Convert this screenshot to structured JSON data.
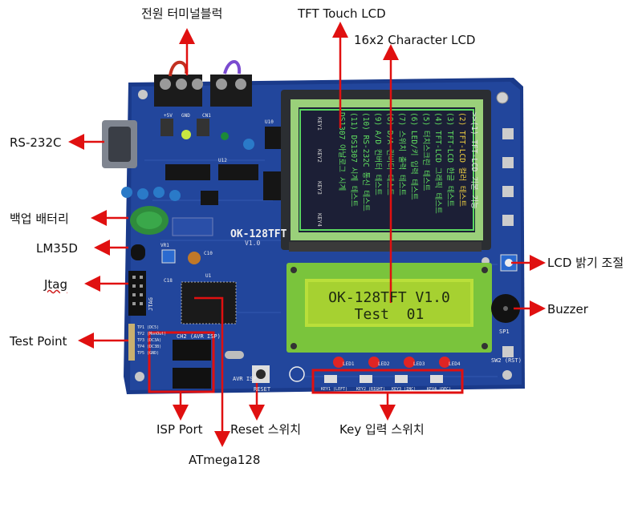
{
  "board": {
    "name": "OK-128TFT",
    "version": "V1.0"
  },
  "labels": {
    "power_terminal": "전원 터미널블럭",
    "tft_lcd": "TFT Touch LCD",
    "char_lcd": "16x2 Character LCD",
    "rs232c": "RS-232C",
    "backup_battery": "백업 배터리",
    "lm35d": "LM35D",
    "jtag": "Jtag",
    "test_point": "Test Point",
    "lcd_brightness": "LCD 밝기 조절",
    "buzzer": "Buzzer",
    "isp_port": "ISP Port",
    "reset_switch": "Reset 스위치",
    "key_switch": "Key 입력 스위치",
    "atmega128": "ATmega128"
  },
  "char_lcd_screen": {
    "line1": "OK-128TFT V1.0",
    "line2": "Test  01"
  },
  "tft_menu": [
    ">>(1) TFT-LCD 기본 기능",
    "(2) TFT-LCD 컬러 테스트",
    "(3) TFT-LCD 한글 테스트",
    "(4) TFT-LCD 그래픽 테스트",
    "(5) 터치스크린 테스트",
    "(6) LED/키 입력 테스트",
    "(7) 스위치 출력 테스트",
    "(8) D/A 컨버터 테스트",
    "(9) A/D 컨버터 테스트",
    "(10) RS-232C 통신 테스트",
    "(11) DS1307 시계 테스트",
    "DS1307 아날로그 시계"
  ],
  "tft_footer": [
    "KEY1",
    "KEY2",
    "KEY3",
    "KEY4"
  ],
  "silkscreen": {
    "led_labels": [
      "LED1",
      "LED2",
      "LED3",
      "LED4"
    ],
    "key_labels": [
      "KEY1 (LEFT)",
      "KEY2 (RIGHT)",
      "KEY3 (INC)",
      "KEY4 (DEC)"
    ],
    "jtag": "JTAG",
    "isp": "AVR ISP",
    "reset": "RESET",
    "ch2": "CH2 (AVR ISP)",
    "test_points": [
      "TP1 (DC5)",
      "TP2 (MonOut)",
      "TP3 (DC3A)",
      "TP4 (DC3B)",
      "TP5 (GND)"
    ],
    "sp1": "SP1",
    "sw2": "SW2 (RST)",
    "power_marks": [
      "+5V",
      "GND",
      "CN1"
    ],
    "u_marks": [
      "U1",
      "U10",
      "U12",
      "VR1",
      "C10",
      "C18"
    ]
  }
}
